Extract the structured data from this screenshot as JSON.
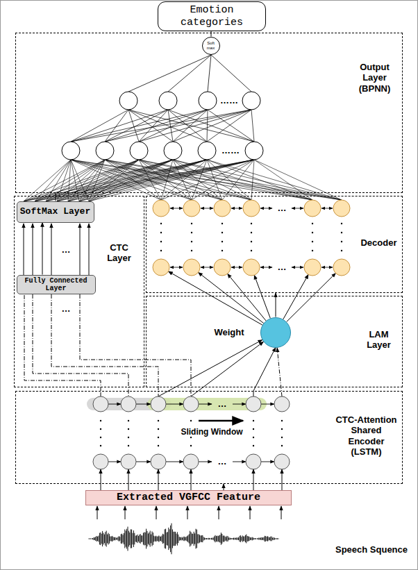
{
  "diagram": {
    "nodes": [
      {
        "text": [
          "Emotion categories"
        ]
      },
      {
        "text": [
          "Output Layer (BPNN)"
        ]
      },
      {
        "text": [
          "Soft max"
        ],
        "in": 1
      },
      {
        "text": [
          "CTC Layer"
        ]
      },
      {
        "text": [
          "SoftMax Layer"
        ],
        "in": 3
      },
      {
        "text": [
          "Fully Connected Layer"
        ],
        "in": 3
      },
      {
        "text": [
          "Decoder"
        ]
      },
      {
        "text": [
          "LAM Layer"
        ]
      },
      {
        "text": [
          "Weight"
        ],
        "in": 7
      },
      {
        "text": [
          "CTC-Attention Shared Encoder (LSTM)"
        ]
      },
      {
        "text": [
          "Extracted VGFCC Feature"
        ]
      }
    ],
    "edges": [
      {
        "from": 2,
        "to": 0,
        "arrow": "none"
      },
      {
        "from": 5,
        "to": 4,
        "arrow": "to"
      },
      {
        "from": 10,
        "to": 9,
        "arrow": "to"
      },
      {
        "from": 9,
        "to": 5,
        "arrow": "none"
      },
      {
        "from": 9,
        "to": 8,
        "arrow": "to"
      },
      {
        "from": 8,
        "to": 6,
        "arrow": "to"
      },
      {
        "from": 4,
        "to": 1,
        "arrow": "none"
      },
      {
        "from": 6,
        "to": 1,
        "arrow": "none"
      }
    ],
    "labels": [
      "Sliding Window",
      "Speech Squence",
      "……",
      "……",
      "…",
      "…",
      "…",
      "…",
      "…",
      "…"
    ]
  }
}
